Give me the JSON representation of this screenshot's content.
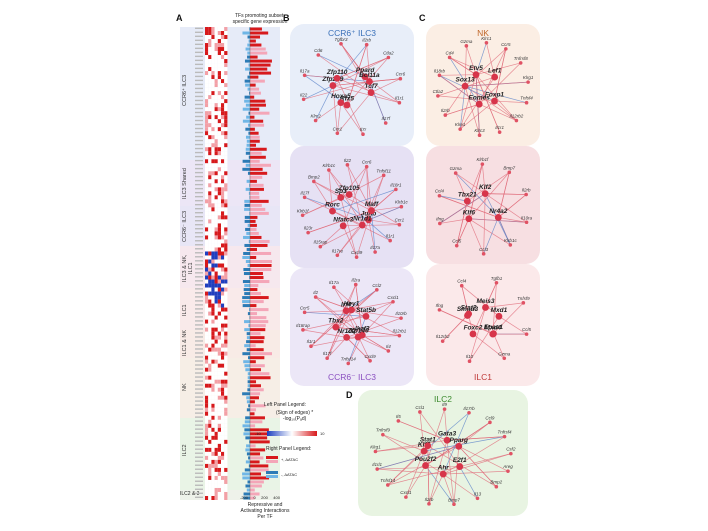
{
  "panelA": {
    "letter": "A",
    "header": "TFs promoting subset-specific gene expression",
    "groups": [
      "CCR6⁺ ILC3",
      "ILC3 Shared",
      "CCR6⁻ ILC3",
      "ILC3 & NK, ILC1",
      "ILC1",
      "ILC1 & NK",
      "NK",
      "ILC2",
      "ILC2 & 3"
    ],
    "bar_axis_ticks": [
      "-200",
      "0",
      "200",
      "400"
    ],
    "bar_axis_label": "Repressive and\nActivating Interactions\nPer TF",
    "left_legend_title": "Left Panel Legend:",
    "left_legend_formula": "(Sign of edges) *\n-log₁₀(Pₐd)",
    "left_legend_min": "-10",
    "left_legend_max": "10",
    "right_legend_title": "Right Panel Legend:",
    "right_legend_items": [
      "+, ΔATAC",
      "-, ΔATAC"
    ],
    "colors": {
      "red": "#d7191c",
      "blue": "#2c7bb6",
      "pink": "#f4a6b8",
      "lightblue": "#6fb6e6"
    }
  },
  "panelB": {
    "letter": "B",
    "title_top": "CCR6⁺ ILC3",
    "title_bottom": "CCR6⁻ ILC3",
    "net1": {
      "hubs": [
        "Tcf7",
        "Rfx5",
        "Hoxa5",
        "Zfp219",
        "Zfp110",
        "Ppard",
        "Bcl11a"
      ],
      "targets": [
        "Il1r1",
        "Il17f",
        "Il7r",
        "Ccr1",
        "Klrc2",
        "Il22",
        "Il17a",
        "Cd6",
        "Tgfbr3",
        "Il2rb",
        "Ctla2",
        "Ccr6"
      ]
    },
    "net2": {
      "hubs": [
        "Junb",
        "Nr1d1",
        "Nfatc3",
        "Rorc",
        "Sp3",
        "Zfp105",
        "Maff"
      ],
      "targets": [
        "Ccr1",
        "Il1r1",
        "Il17a",
        "Cxcl9",
        "Il17re",
        "Il15rap",
        "Il23r",
        "Klrb1f",
        "Il17f",
        "Bmp2",
        "Klrb1c",
        "Il22",
        "Ccr6",
        "Tnfsf11",
        "Il18r1",
        "Klrb1c"
      ]
    },
    "net3": {
      "hubs": [
        "Ikzf3",
        "Zfp146",
        "Nr1d2",
        "Tbx2",
        "Irf4",
        "Hey1",
        "Stat5b"
      ],
      "targets": [
        "Il12rb1",
        "Il4",
        "Cxcl9",
        "Tnfsf14",
        "Il17f",
        "Il1r1",
        "Il18rap",
        "Ccr5",
        "Il2",
        "Il17a",
        "Il2ra",
        "Ccl2",
        "Cxcl1",
        "Il10rb"
      ]
    }
  },
  "panelC": {
    "letter": "C",
    "title_top": "NK",
    "title_bottom": "ILC1",
    "net1": {
      "hubs": [
        "Foxp1",
        "Eomes",
        "Sox13",
        "Etv5",
        "Lef1"
      ],
      "targets": [
        "Tnfsf4",
        "Il12rb2",
        "Il1r1",
        "Klrc3",
        "Klre1",
        "Il2rb",
        "Ctla2",
        "Il18rb",
        "Cd4",
        "Gzma",
        "Klrc1",
        "Ccr5",
        "Tnfrsf8",
        "Klrg1"
      ]
    },
    "net2": {
      "hubs": [
        "Nr4a2",
        "Klf6",
        "Tbx21",
        "Klf2"
      ],
      "targets": [
        "Il10ra",
        "Klrb1c",
        "Ccl3",
        "Ccl5",
        "Ifng",
        "Ccl4",
        "Gzma",
        "Klrb1f",
        "Bmp7",
        "Il2rb"
      ]
    },
    "net3": {
      "hubs": [
        "Epas1",
        "Mxd4",
        "Foxc2",
        "Smad3",
        "Stat2",
        "Meis3",
        "Mxd1"
      ],
      "targets": [
        "Ccl5",
        "Gzma",
        "Il10",
        "Il12rb2",
        "Ifng",
        "Ccl4",
        "Tgfb1",
        "Tnfsf9"
      ]
    }
  },
  "panelD": {
    "letter": "D",
    "title": "ILC2",
    "hubs": [
      "E2f1",
      "Ahr",
      "Pou2f2",
      "Klf5",
      "Stat1",
      "Gata3",
      "Pparg"
    ],
    "targets": [
      "Areg",
      "Bmp2",
      "Il13",
      "Bmp7",
      "Il2rb",
      "Cxcl1",
      "Tnfsf14",
      "Il1rl1",
      "Klrg1",
      "Tnfrsf9",
      "Il5",
      "Ccl1",
      "Il9",
      "Il17rb",
      "Ccl9",
      "Tnfrsf4",
      "Csf2"
    ]
  }
}
